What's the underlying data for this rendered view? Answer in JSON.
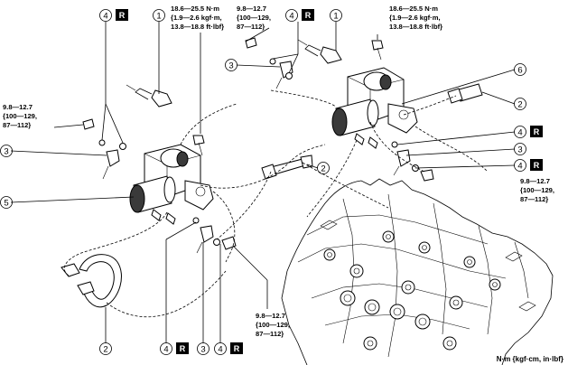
{
  "part_numbers": {
    "p1": "1",
    "p2": "2",
    "p3": "3",
    "p4": "4",
    "p5": "5",
    "p6": "6"
  },
  "replace_mark": "R",
  "torque_specs": {
    "solenoid_mount": [
      "18.6—25.5 N·m",
      "{1.9—2.6 kgf·m,",
      "13.8—18.8 ft·lbf}"
    ],
    "small_bolt": [
      "9.8—12.7",
      "{100—129,",
      "87—112}"
    ]
  },
  "unit_note": "N·m {kgf·cm, in·lbf}"
}
